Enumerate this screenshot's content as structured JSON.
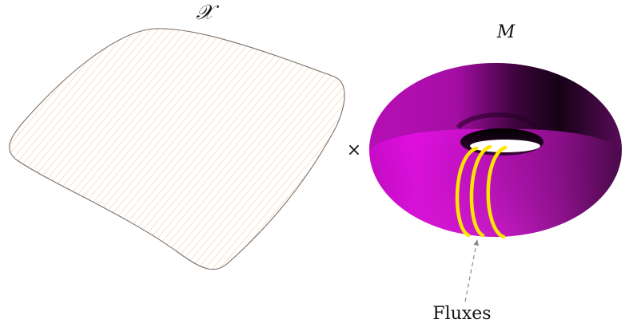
{
  "labels": {
    "space_x": "𝒳",
    "product_sign": "×",
    "manifold": "M",
    "fluxes": "Fluxes"
  },
  "colors": {
    "region_outline": "#7a7068",
    "hatch": "#f2c9a0",
    "torus_bright": "#e410e4",
    "torus_mid": "#a0129f",
    "torus_dark": "#000000",
    "flux_rings": "#ffe600",
    "arrow": "#8a8a8a"
  }
}
